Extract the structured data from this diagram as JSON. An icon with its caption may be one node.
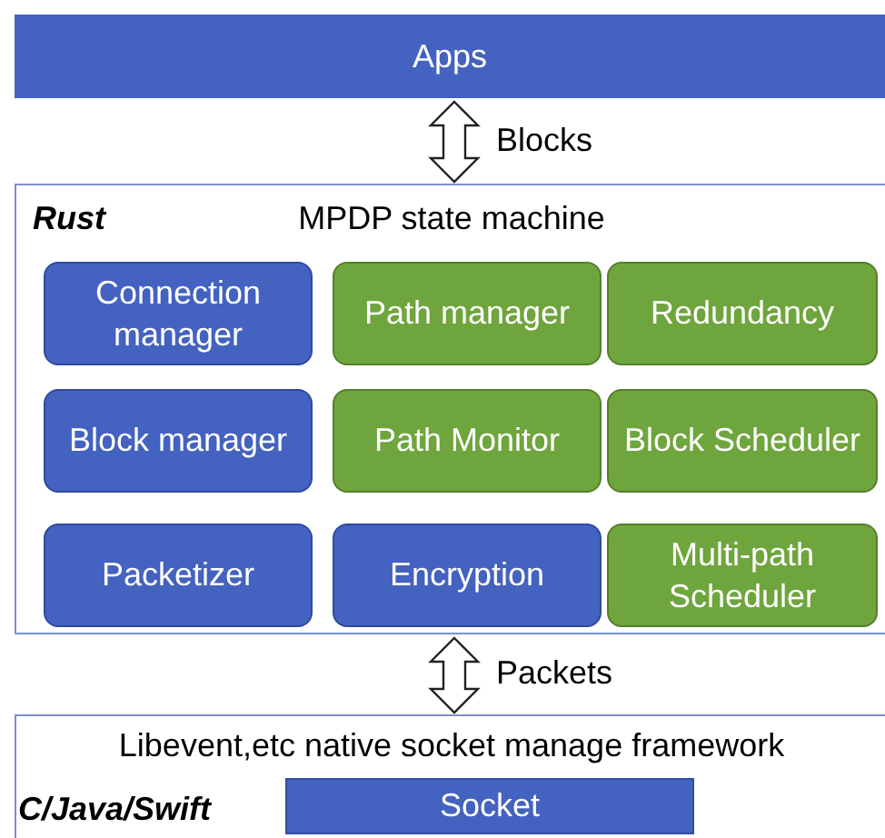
{
  "diagram": {
    "nodes": [
      {
        "text": [
          "Apps"
        ]
      },
      {
        "text": [
          "Rust",
          "MPDP state machine"
        ]
      },
      {
        "text": [
          "Connection manager"
        ],
        "in": 1
      },
      {
        "text": [
          "Path manager"
        ],
        "in": 1
      },
      {
        "text": [
          "Redundancy"
        ],
        "in": 1
      },
      {
        "text": [
          "Block manager"
        ],
        "in": 1
      },
      {
        "text": [
          "Path Monitor"
        ],
        "in": 1
      },
      {
        "text": [
          "Block Scheduler"
        ],
        "in": 1
      },
      {
        "text": [
          "Packetizer"
        ],
        "in": 1
      },
      {
        "text": [
          "Encryption"
        ],
        "in": 1
      },
      {
        "text": [
          "Multi-path Scheduler"
        ],
        "in": 1
      },
      {
        "text": [
          "Libevent,etc native socket manage framework",
          "C/Java/Swift"
        ]
      },
      {
        "text": [
          "Socket"
        ],
        "in": 11
      }
    ],
    "edges": [
      {
        "from": 0,
        "to": 1,
        "arrow": "both",
        "label": "Blocks"
      },
      {
        "from": 1,
        "to": 11,
        "arrow": "both",
        "label": "Packets"
      }
    ]
  }
}
